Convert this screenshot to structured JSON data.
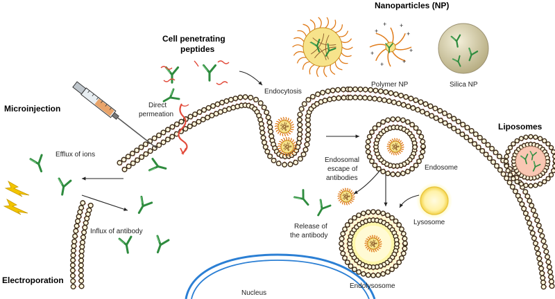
{
  "colors": {
    "title": "#7b3fa6",
    "head_fill": "#fff6dc",
    "head_stroke": "#3a2a18",
    "tail": "#d13b3b",
    "antibody": "#2e8b3e",
    "nucleus": "#2b7fd4",
    "lightning": "#f2c500",
    "liposome_core": "#f7b49a",
    "silica": "#c9c09a",
    "peptide": "#e24b3b"
  },
  "titles": {
    "nanoparticles": "Nanoparticles (NP)",
    "cpp_line1": "Cell penetrating",
    "cpp_line2": "peptides",
    "microinjection": "Microinjection",
    "liposomes": "Liposomes",
    "electroporation": "Electroporation"
  },
  "labels": {
    "polymer_np": "Polymer NP",
    "silica_np": "Silica NP",
    "endocytosis": "Endocytosis",
    "direct_permeation_1": "Direct",
    "direct_permeation_2": "permeation",
    "efflux": "Efflux of ions",
    "influx": "Influx  of antibody",
    "endosomal_1": "Endosomal",
    "endosomal_2": "escape of",
    "endosomal_3": "antibodies",
    "endosome": "Endosome",
    "lysosome": "Lysosome",
    "release_1": "Release of",
    "release_2": "the antibody",
    "endolysosome": "Endolysosome",
    "nucleus": "Nucleus"
  },
  "icons": [
    "syringe-icon",
    "lightning-icon",
    "antibody-icon",
    "peptide-icon",
    "polymer-nanoparticle-icon",
    "silica-nanoparticle-icon",
    "liposome-icon",
    "endosome-icon",
    "lysosome-icon",
    "endolysosome-icon",
    "nucleus-icon",
    "cell-membrane-icon"
  ]
}
